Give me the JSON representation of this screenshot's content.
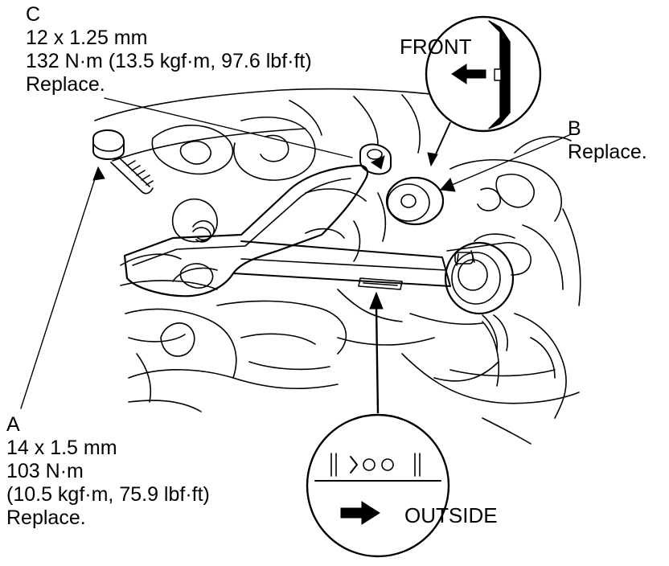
{
  "callouts": {
    "c": {
      "letter": "C",
      "lines": [
        "12 x 1.25 mm",
        "132 N·m (13.5 kgf·m, 97.6 lbf·ft)",
        "Replace."
      ]
    },
    "b": {
      "letter": "B",
      "lines": [
        "Replace."
      ]
    },
    "a": {
      "letter": "A",
      "lines": [
        "14 x 1.5 mm",
        "103 N·m",
        "(10.5 kgf·m, 75.9 lbf·ft)",
        "Replace."
      ]
    }
  },
  "insets": {
    "front": {
      "label": "FRONT"
    },
    "outside": {
      "label": "OUTSIDE"
    }
  }
}
